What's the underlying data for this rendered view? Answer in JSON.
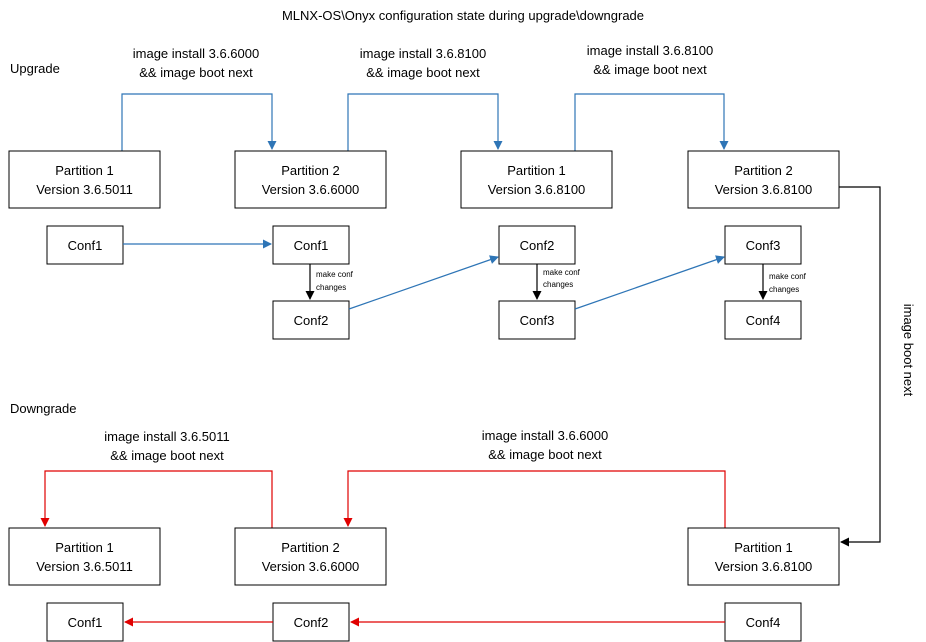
{
  "title": "MLNX-OS\\Onyx configuration state during upgrade\\downgrade",
  "colors": {
    "blue": "#2E75B6",
    "red": "#E00000",
    "black": "#000000"
  },
  "upgrade": {
    "label": "Upgrade",
    "commands": [
      [
        "image install 3.6.6000",
        "&& image boot next"
      ],
      [
        "image install 3.6.8100",
        "&& image boot next"
      ],
      [
        "image install 3.6.8100",
        "&& image boot next"
      ]
    ],
    "partitions": [
      [
        "Partition 1",
        "Version 3.6.5011"
      ],
      [
        "Partition 2",
        "Version 3.6.6000"
      ],
      [
        "Partition 1",
        "Version 3.6.8100"
      ],
      [
        "Partition 2",
        "Version 3.6.8100"
      ]
    ],
    "confs": [
      "Conf1",
      "Conf1",
      "Conf2",
      "Conf2",
      "Conf3",
      "Conf3",
      "Conf4"
    ],
    "make_changes": [
      "make conf",
      "changes"
    ]
  },
  "side_label": "image boot next",
  "downgrade": {
    "label": "Downgrade",
    "commands": [
      [
        "image install 3.6.5011",
        "&& image boot next"
      ],
      [
        "image install 3.6.6000",
        "&& image boot next"
      ]
    ],
    "partitions": [
      [
        "Partition 1",
        "Version 3.6.5011"
      ],
      [
        "Partition 2",
        "Version 3.6.6000"
      ],
      [
        "Partition 1",
        "Version 3.6.8100"
      ]
    ],
    "confs": [
      "Conf1",
      "Conf2",
      "Conf4"
    ]
  }
}
